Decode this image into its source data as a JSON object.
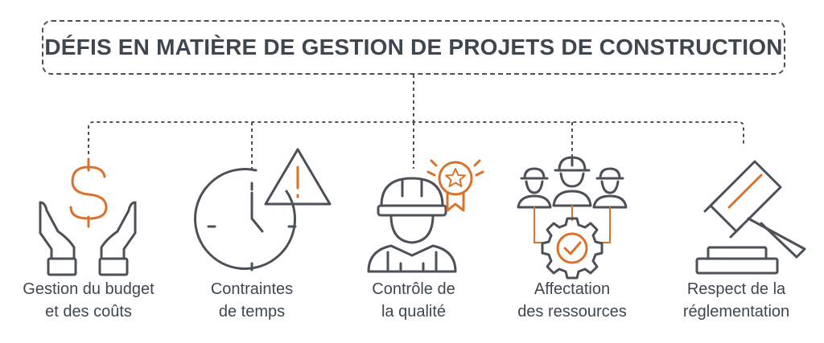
{
  "title": "DÉFIS EN MATIÈRE DE GESTION DE PROJETS DE CONSTRUCTION",
  "colors": {
    "dark": "#4b5157",
    "accent": "#d9722b",
    "text": "#3e4750"
  },
  "items": [
    {
      "icon": "dollar-hands-icon",
      "line1": "Gestion du budget",
      "line2": "et des coûts"
    },
    {
      "icon": "clock-warning-icon",
      "line1": "Contraintes",
      "line2": "de temps"
    },
    {
      "icon": "worker-badge-icon",
      "line1": "Contrôle de",
      "line2": "la qualité"
    },
    {
      "icon": "team-gear-icon",
      "line1": "Affectation",
      "line2": "des ressources"
    },
    {
      "icon": "gavel-icon",
      "line1": "Respect de la",
      "line2": "réglementation"
    }
  ]
}
